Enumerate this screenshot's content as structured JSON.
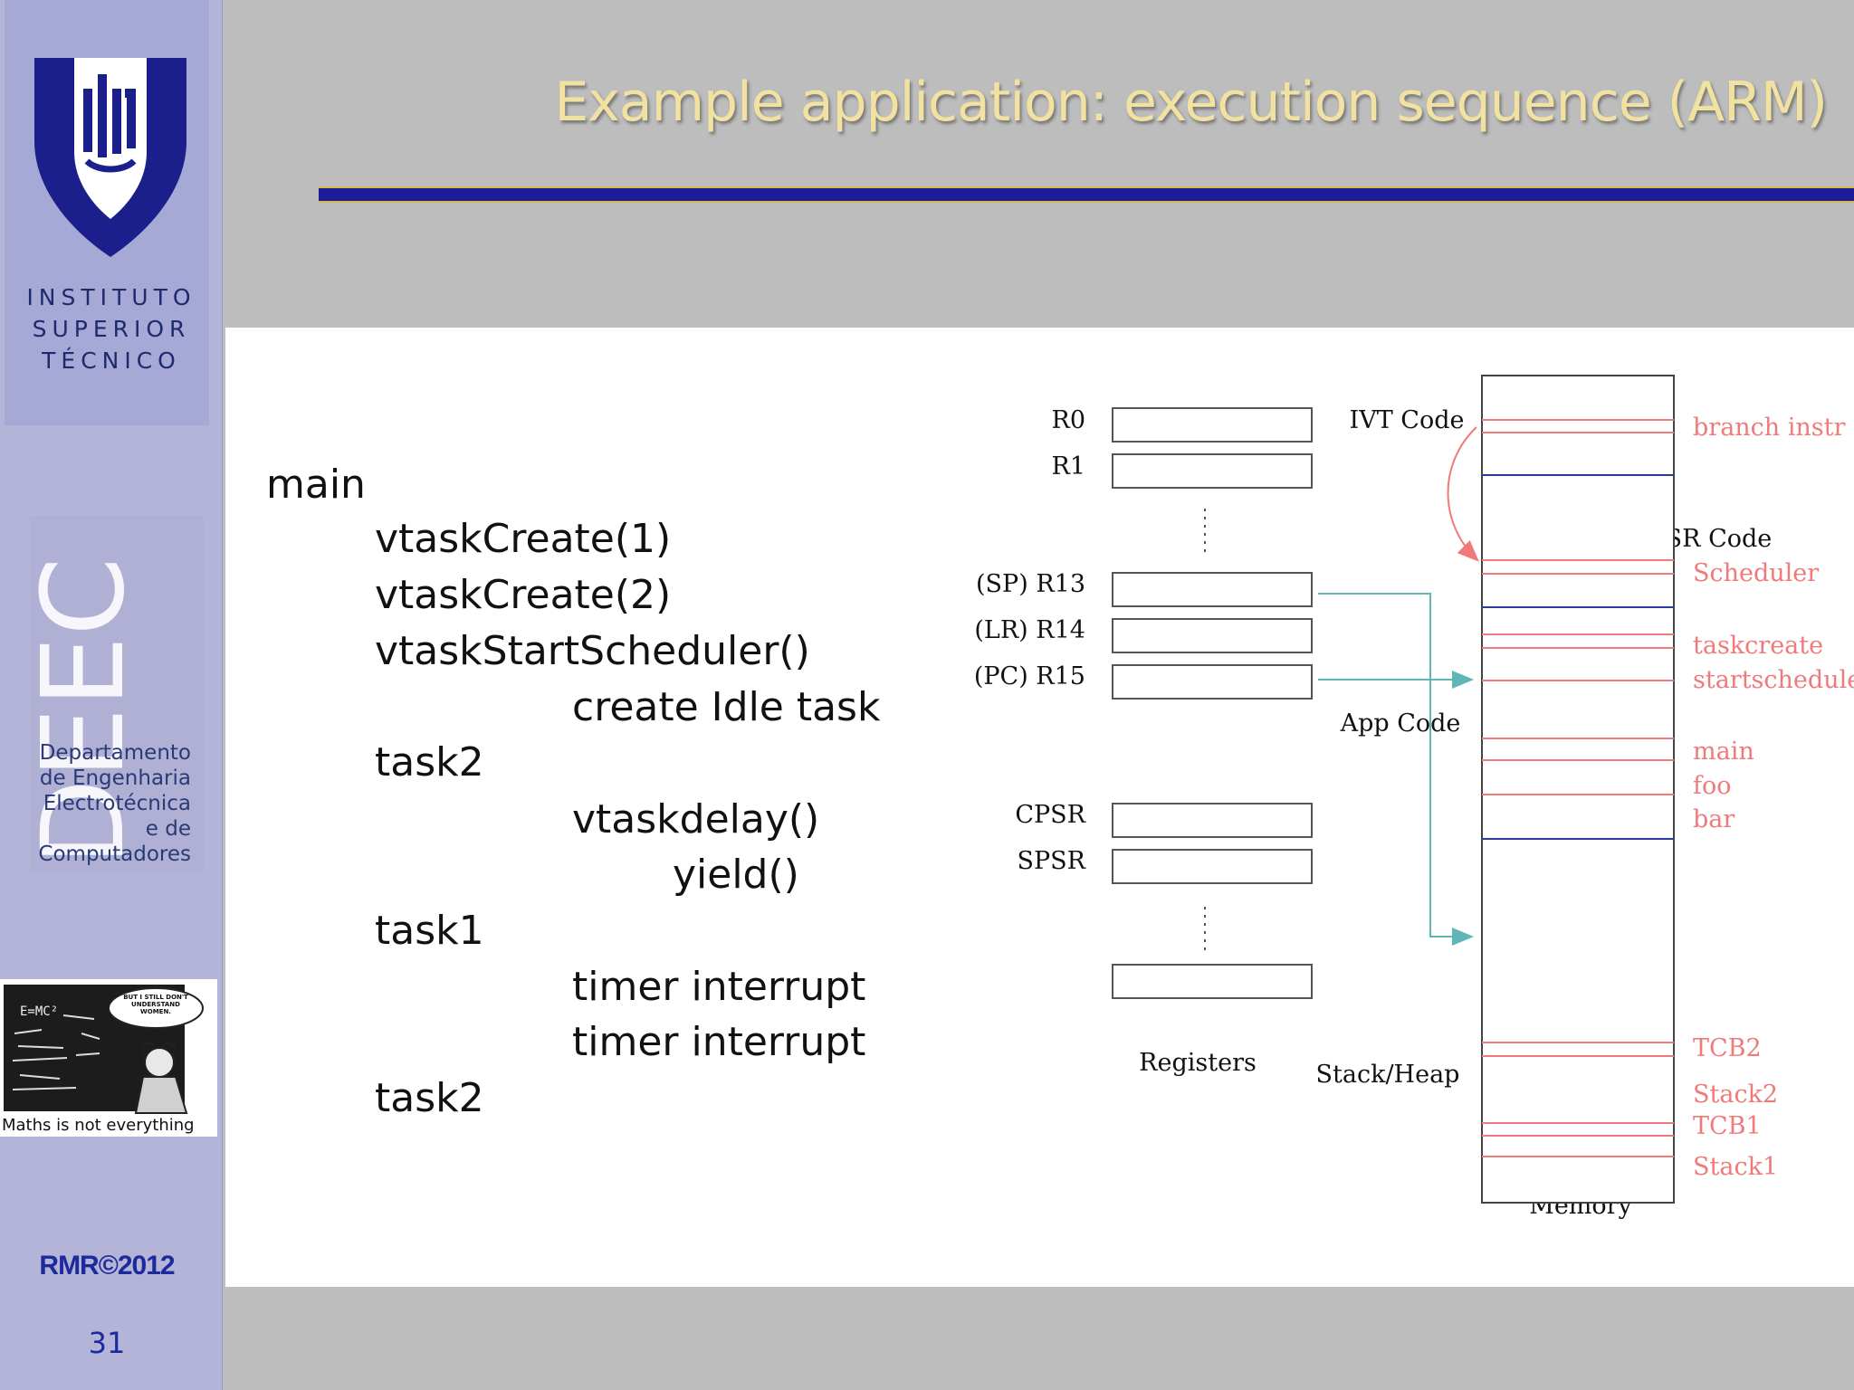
{
  "sidebar": {
    "institute_lines": [
      "INSTITUTO",
      "SUPERIOR",
      "TÉCNICO"
    ],
    "dept_letters": "DEEC",
    "dept_lines": [
      "Departamento",
      "de Engenharia",
      "Electrotécnica",
      "e de",
      "Computadores"
    ],
    "cartoon_caption": "Maths is not everything",
    "cartoon_bubble": "BUT I STILL DON'T UNDERSTAND WOMEN.",
    "cartoon_formula": "E=MC²",
    "copyright": "RMR©2012",
    "slide_number": "31"
  },
  "slide": {
    "title": "Example application: execution sequence (ARM)"
  },
  "code": {
    "lines": [
      {
        "indent": 0,
        "text": "main"
      },
      {
        "indent": 1,
        "text": "vtaskCreate(1)"
      },
      {
        "indent": 1,
        "text": "vtaskCreate(2)"
      },
      {
        "indent": 1,
        "text": "vtaskStartScheduler()"
      },
      {
        "indent": 2,
        "text": "create Idle task"
      },
      {
        "indent": 1,
        "text": "task2"
      },
      {
        "indent": 2,
        "text": "vtaskdelay()"
      },
      {
        "indent": 3,
        "text": "yield()"
      },
      {
        "indent": 1,
        "text": "task1"
      },
      {
        "indent": 2,
        "text": "timer interrupt"
      },
      {
        "indent": 2,
        "text": "timer interrupt"
      },
      {
        "indent": 1,
        "text": "task2"
      }
    ]
  },
  "diagram": {
    "registers": {
      "group1": [
        "R0",
        "R1"
      ],
      "group2": [
        "(SP) R13",
        "(LR) R14",
        "(PC) R15"
      ],
      "group3": [
        "CPSR",
        "SPSR"
      ],
      "caption": "Registers"
    },
    "middle_labels": {
      "ivt_code": "IVT Code",
      "app_code": "App Code",
      "stack_heap": "Stack/Heap"
    },
    "memory": {
      "caption": "Memory",
      "labels": {
        "branch_instr": "branch instr",
        "isr_code": "ISR Code",
        "scheduler": "Scheduler",
        "taskcreate": "taskcreate",
        "startscheduler": "startscheduler",
        "main": "main",
        "foo": "foo",
        "bar": "bar",
        "tcb2": "TCB2",
        "stack2": "Stack2",
        "tcb1": "TCB1",
        "stack1": "Stack1"
      }
    },
    "colors": {
      "memory_label": "#f07a7a",
      "arrow": "#5fb6b6",
      "divider": "#2a3aa0"
    }
  }
}
